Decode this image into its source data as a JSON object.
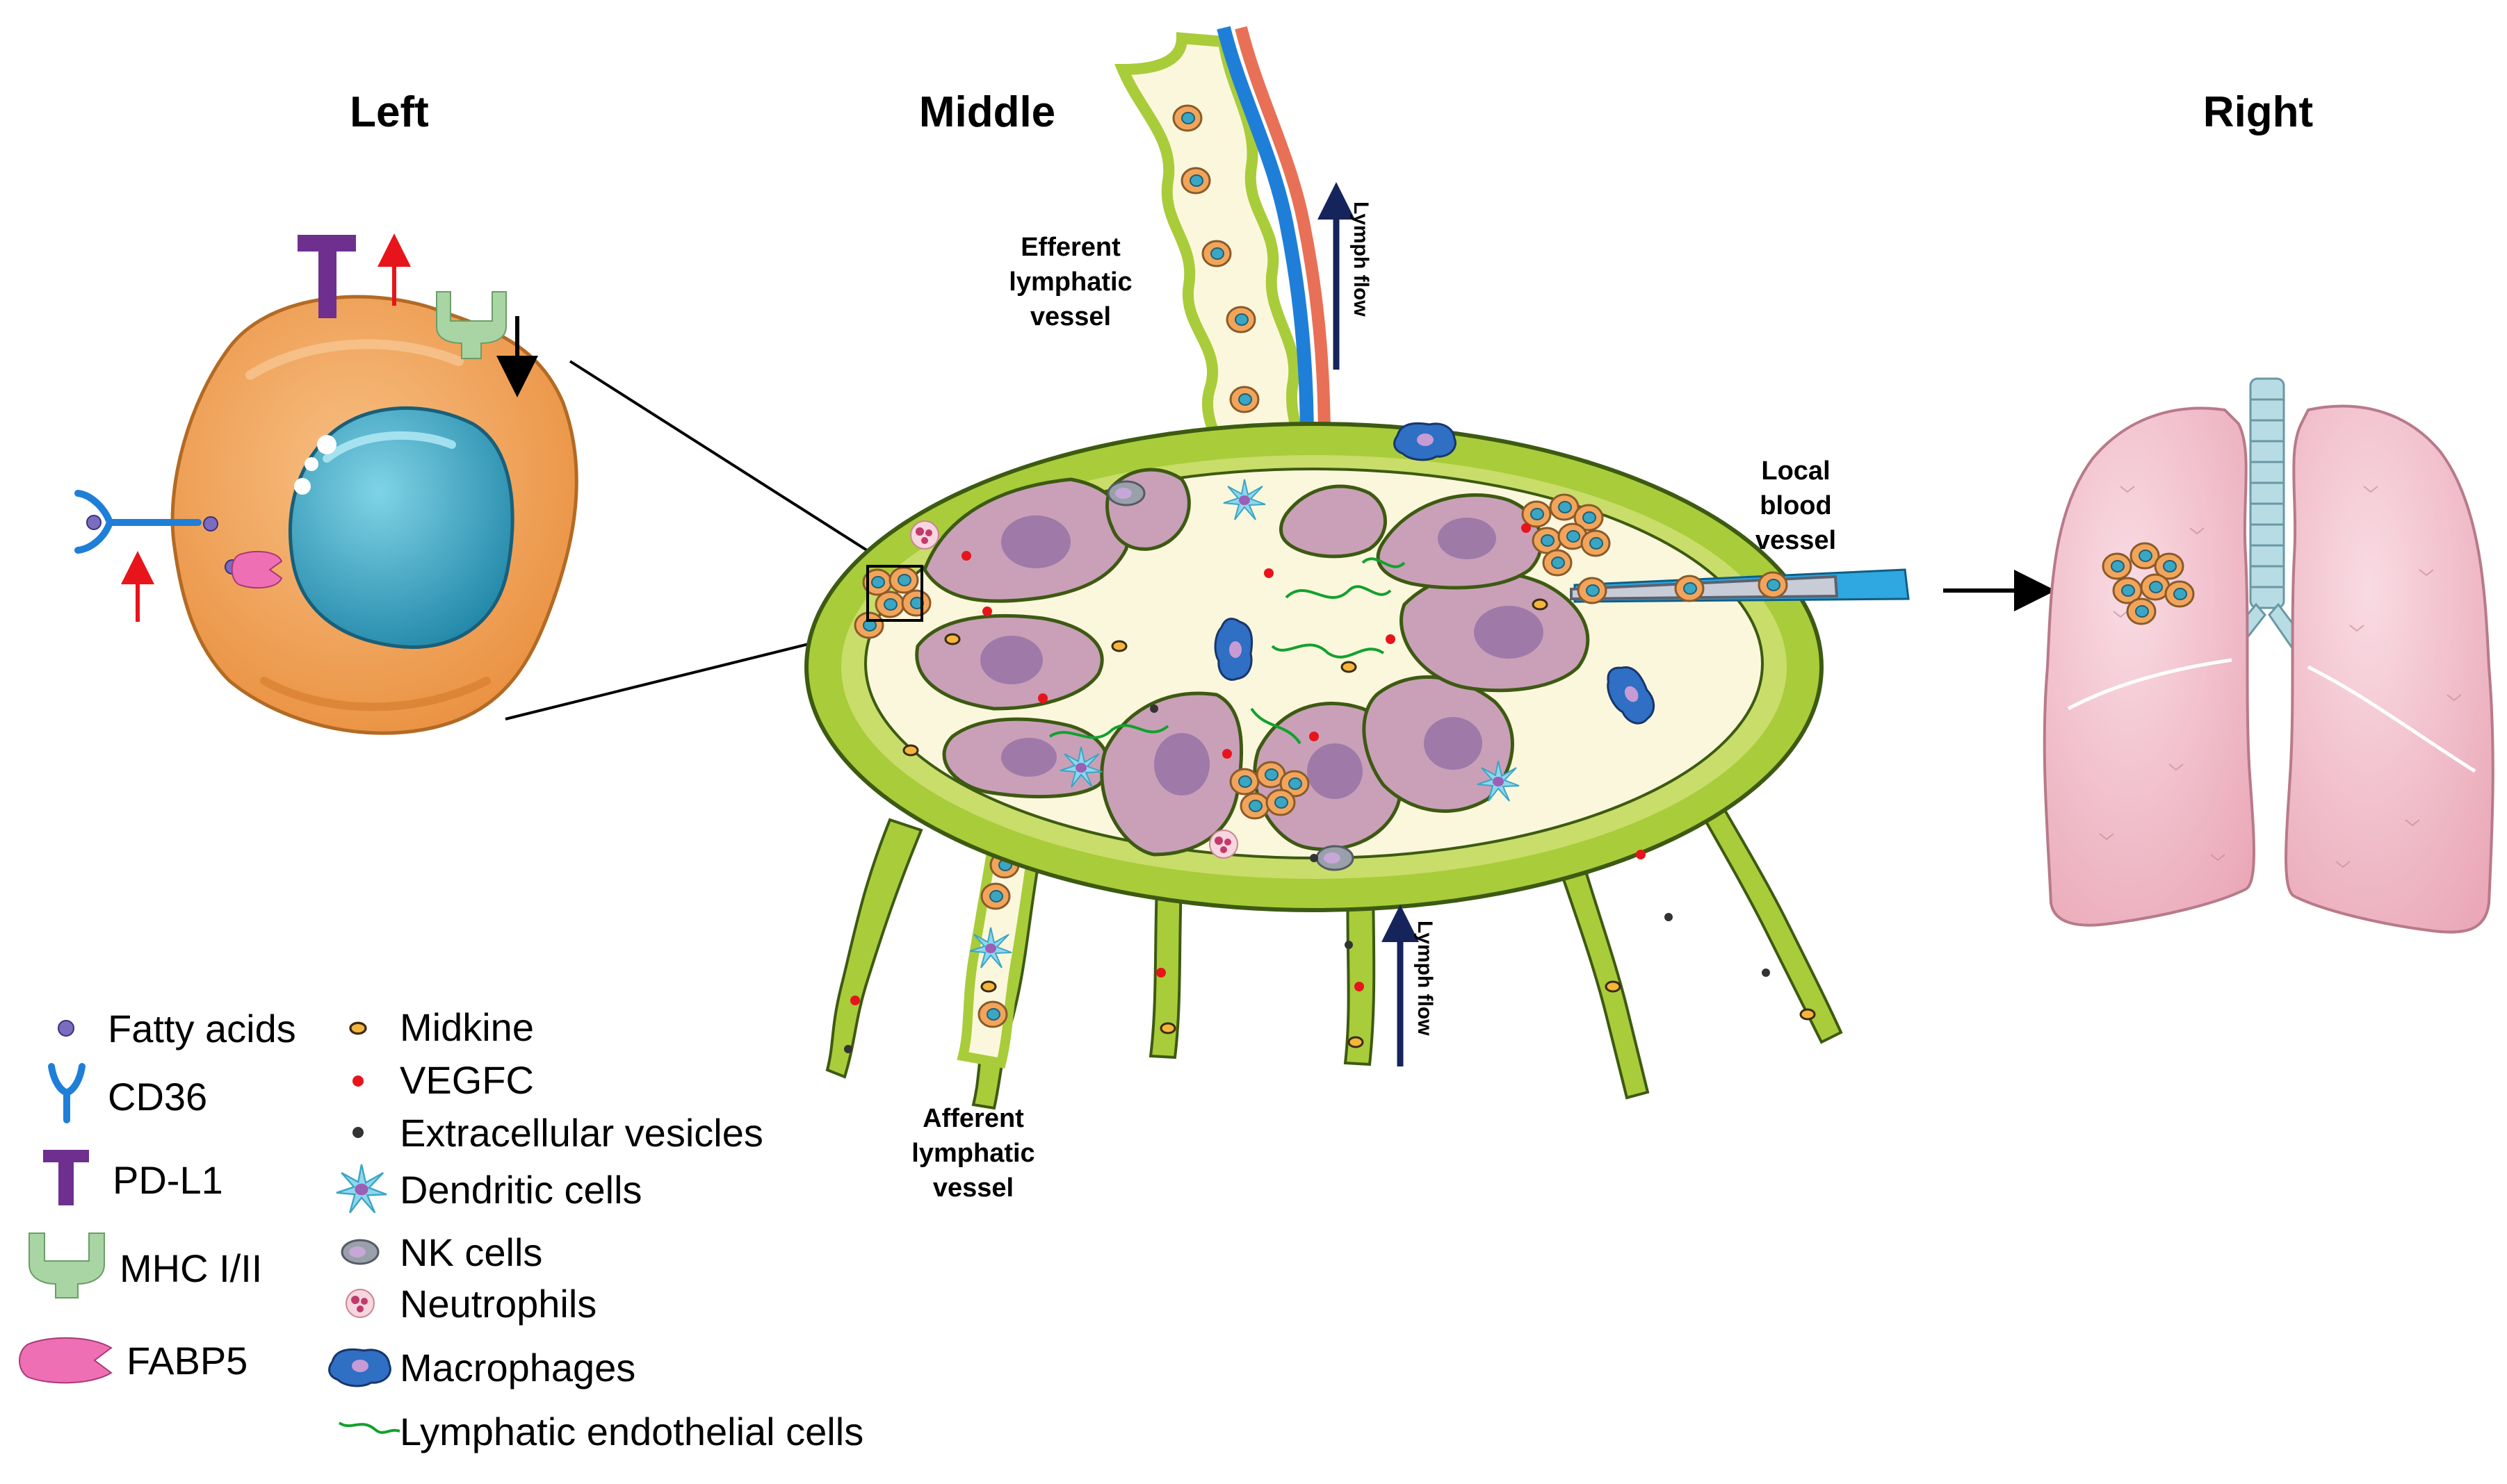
{
  "titles": {
    "left": "Left",
    "middle": "Middle",
    "right": "Right"
  },
  "annotations": {
    "efferent": [
      "Efferent",
      "lymphatic",
      "vessel"
    ],
    "afferent": [
      "Afferent",
      "lymphatic",
      "vessel"
    ],
    "local_blood": [
      "Local",
      "blood",
      "vessel"
    ],
    "lymph_flow_top": "Lymph flow",
    "lymph_flow_bottom": "Lymph flow"
  },
  "legend": {
    "left_column": [
      {
        "label": "Fatty acids",
        "icon": "fatty-acid-icon"
      },
      {
        "label": "CD36",
        "icon": "cd36-icon"
      },
      {
        "label": "PD-L1",
        "icon": "pd-l1-icon"
      },
      {
        "label": "MHC I/II",
        "icon": "mhc-icon"
      },
      {
        "label": "FABP5",
        "icon": "fabp5-icon"
      }
    ],
    "right_column": [
      {
        "label": "Midkine",
        "icon": "midkine-icon"
      },
      {
        "label": "VEGFC",
        "icon": "vegfc-icon"
      },
      {
        "label": "Extracellular vesicles",
        "icon": "extracellular-vesicle-icon"
      },
      {
        "label": "Dendritic cells",
        "icon": "dendritic-cell-icon"
      },
      {
        "label": "NK cells",
        "icon": "nk-cell-icon"
      },
      {
        "label": "Neutrophils",
        "icon": "neutrophil-icon"
      },
      {
        "label": "Macrophages",
        "icon": "macrophage-icon"
      },
      {
        "label": "Lymphatic endothelial cells",
        "icon": "lymphatic-endothelial-cell-icon"
      }
    ]
  },
  "colors": {
    "cell_body": "#f2a55a",
    "nucleus": "#3aa6c4",
    "capsule": "#a9cc3a",
    "medulla": "#fbf7dc",
    "follicle": "#c9a0b8",
    "lung": "#f3c3cf",
    "cd36": "#1f7fd8",
    "pdl1": "#6e2f8f",
    "mhc": "#a9d4a4",
    "fabp5": "#ef6fb4",
    "arrow_navy": "#16245c",
    "arrow_red": "#e8141b"
  }
}
